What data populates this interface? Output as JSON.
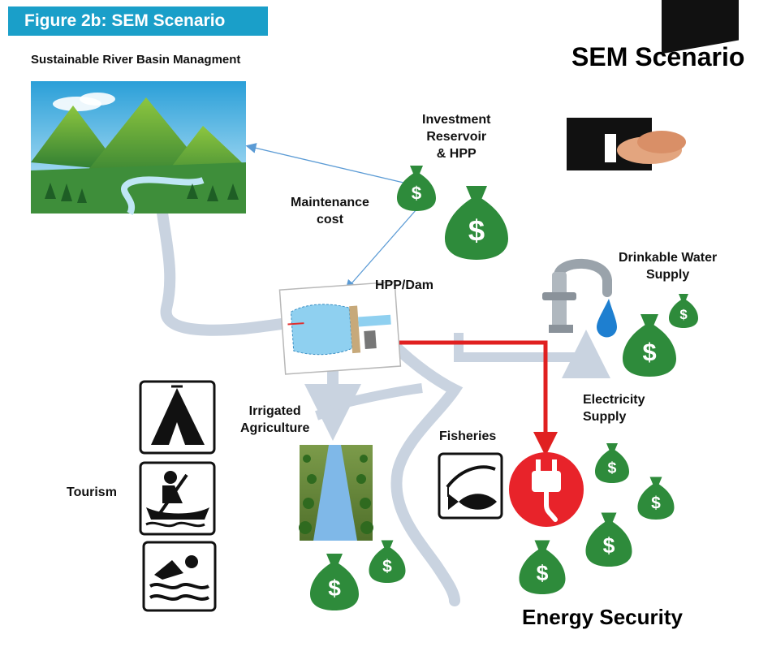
{
  "header": {
    "figure_label": "Figure 2b: SEM Scenario",
    "scenario_title": "SEM Scenario",
    "basin_title": "Sustainable River Basin Managment"
  },
  "labels": {
    "investment": [
      "Investment",
      "Reservoir",
      "& HPP"
    ],
    "maintenance": [
      "Maintenance",
      "cost"
    ],
    "hpp_dam": "HPP/Dam",
    "drinkable_water": [
      "Drinkable Water",
      "Supply"
    ],
    "electricity": [
      "Electricity",
      "Supply"
    ],
    "irrigated": [
      "Irrigated",
      "Agriculture"
    ],
    "fisheries": "Fisheries",
    "tourism": "Tourism",
    "energy_security": "Energy Security"
  },
  "icons": {
    "money": "money-bag-icon",
    "plug": "power-plug-icon",
    "tent": "camping-tent-icon",
    "canoe": "canoe-icon",
    "swim": "swimming-icon",
    "fish": "fishing-icon",
    "tap": "water-tap-icon",
    "handshake": "handshake-icon"
  },
  "colors": {
    "banner": "#1a9fc9",
    "river": "#c9d3e0",
    "money_green": "#2e8b3b",
    "arrow_red": "#e02020",
    "arrow_blue": "#5b9bd5",
    "plug_red": "#e8232a"
  }
}
